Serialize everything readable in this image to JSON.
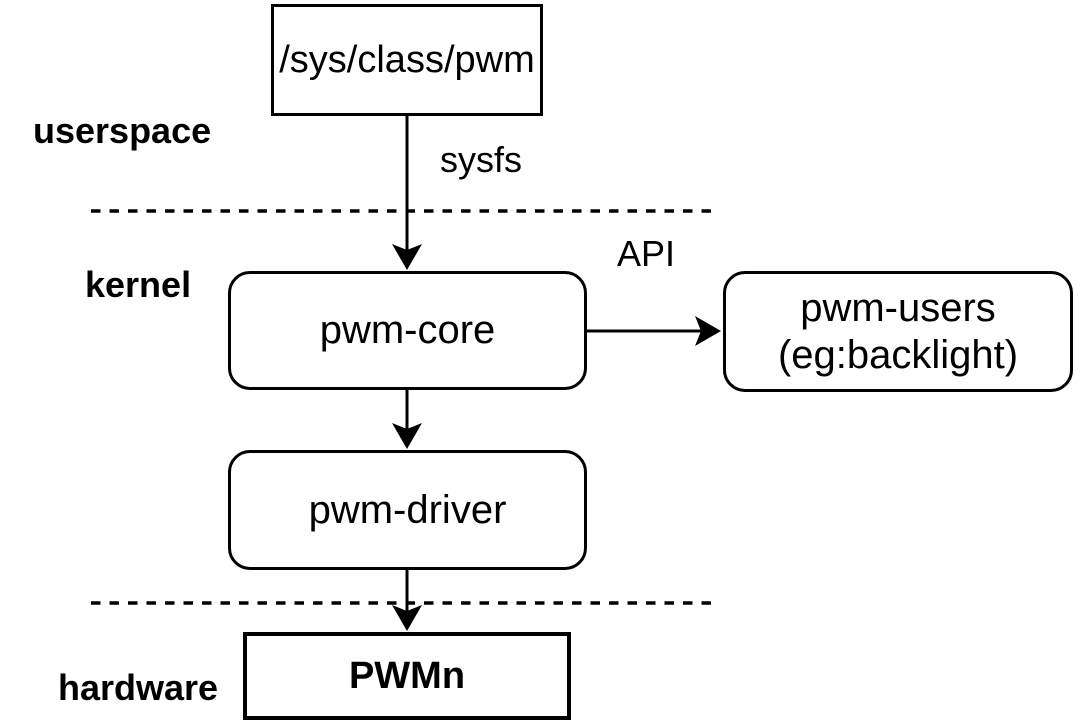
{
  "diagram": {
    "background": "#ffffff",
    "stroke_color": "#000000",
    "layer_labels": {
      "userspace": "userspace",
      "kernel": "kernel",
      "hardware": "hardware"
    },
    "nodes": {
      "sys_class_pwm": "/sys/class/pwm",
      "pwm_core": "pwm-core",
      "pwm_users_line1": "pwm-users",
      "pwm_users_line2": "(eg:backlight)",
      "pwm_driver": "pwm-driver",
      "pwmn": "PWMn"
    },
    "edge_labels": {
      "sysfs": "sysfs",
      "api": "API"
    }
  }
}
